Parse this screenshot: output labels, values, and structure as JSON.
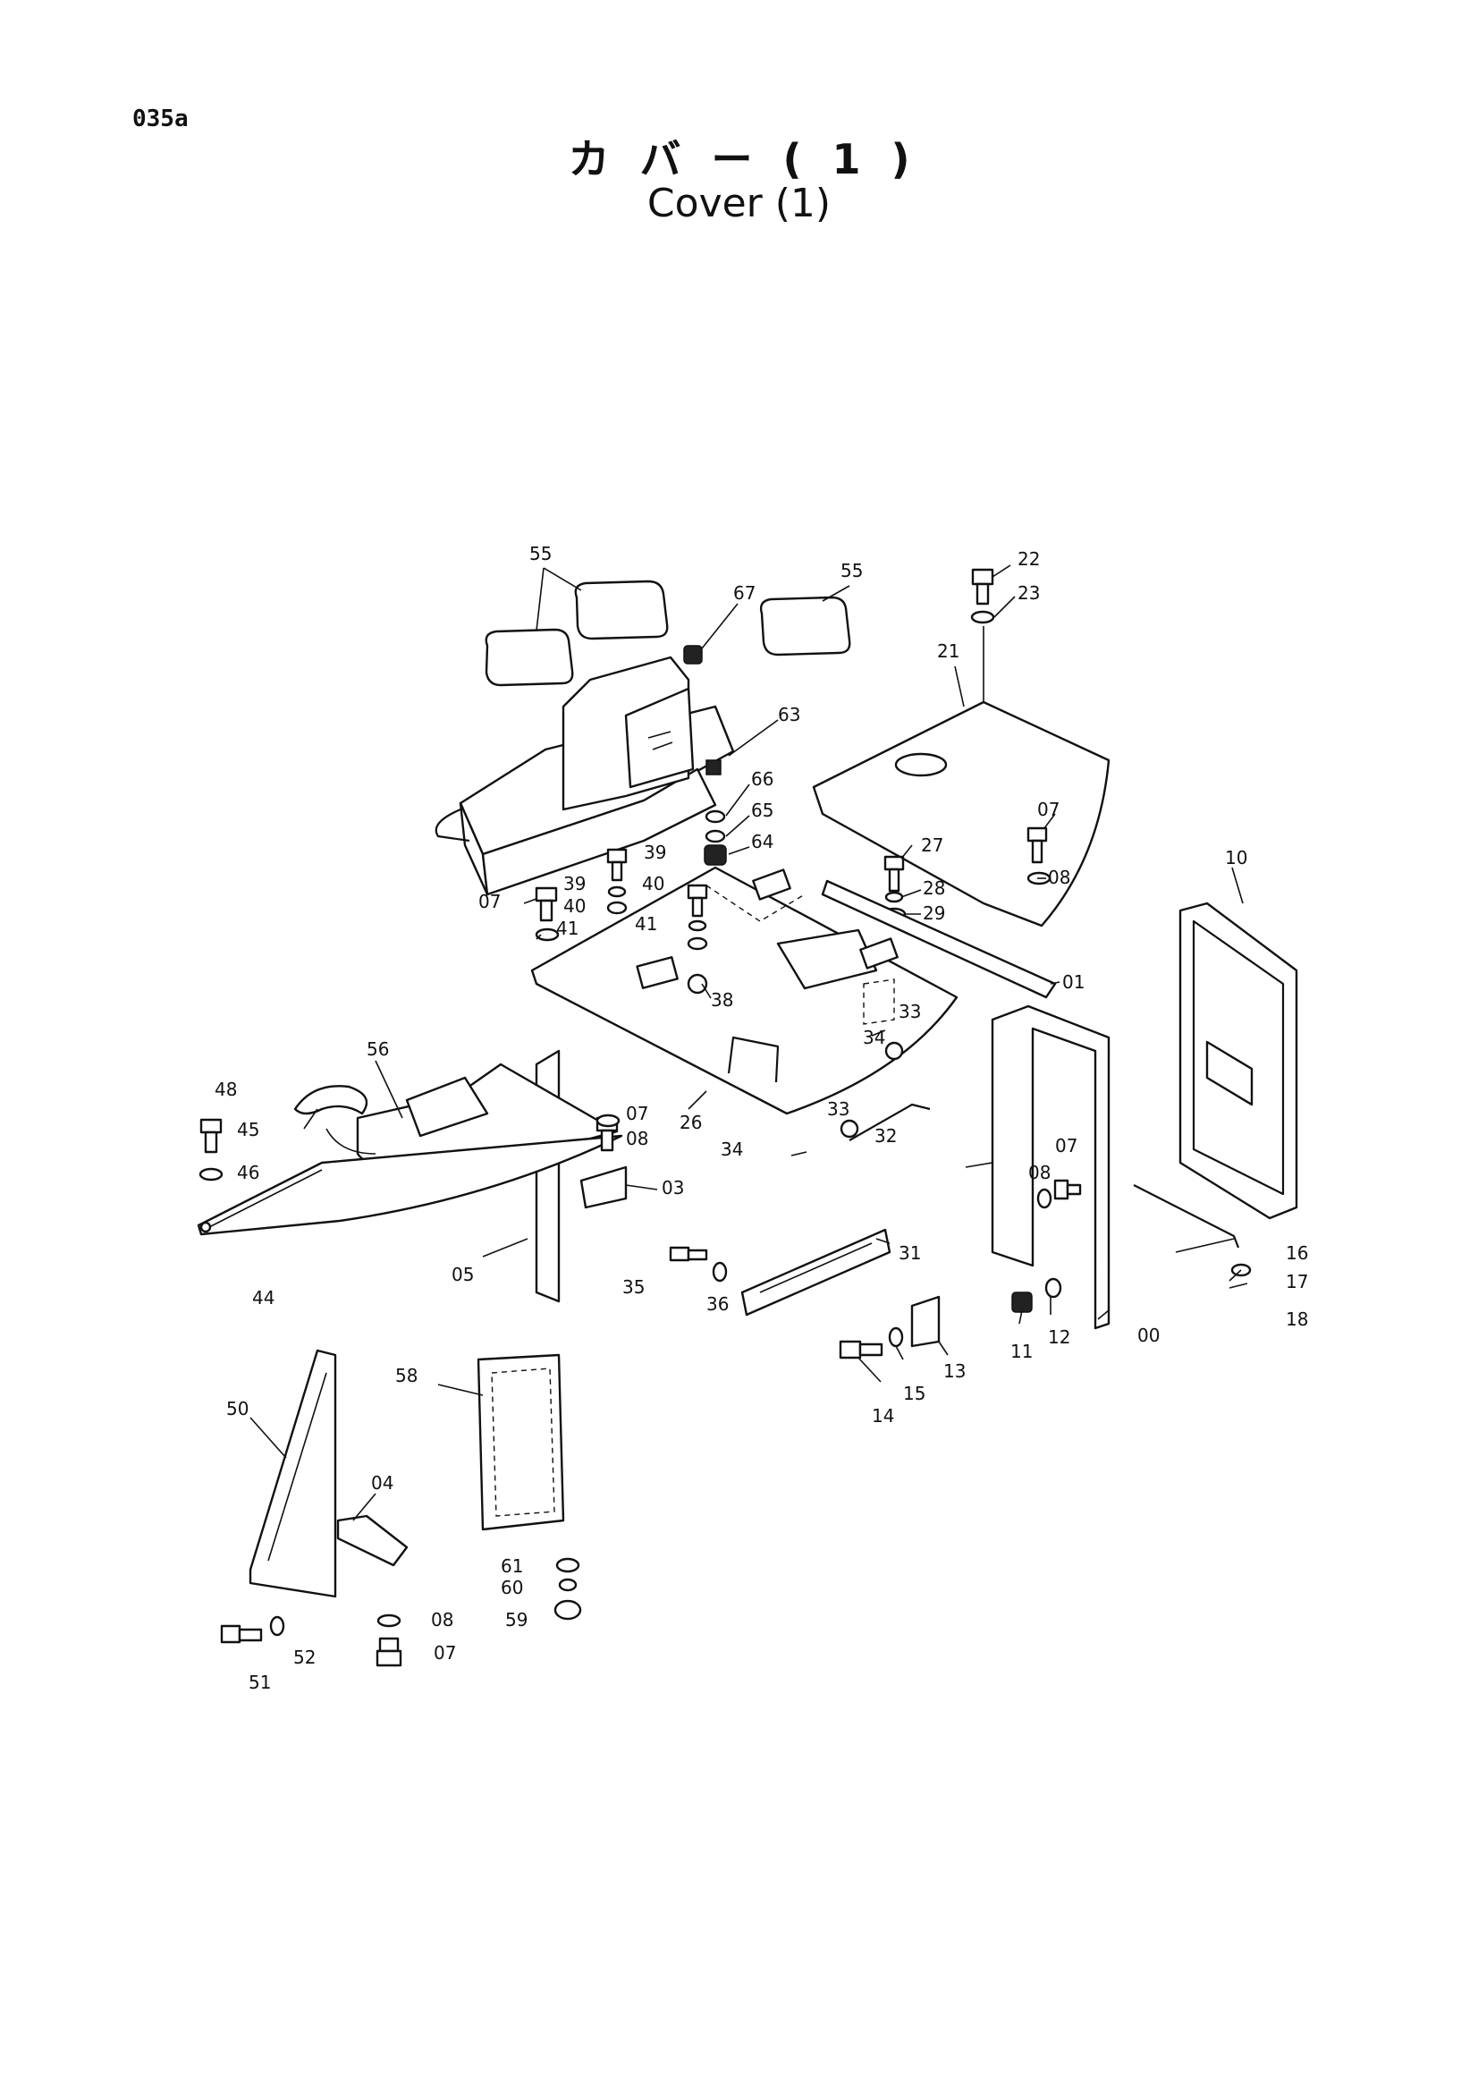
{
  "header": {
    "page_code": "035a",
    "title_ja": "カバー(1)",
    "title_en": "Cover (1)"
  },
  "labels": [
    "55",
    "55",
    "67",
    "22",
    "23",
    "21",
    "63",
    "66",
    "65",
    "64",
    "07",
    "39",
    "40",
    "39",
    "40",
    "41",
    "41",
    "07",
    "08",
    "27",
    "28",
    "29",
    "38",
    "01",
    "10",
    "33",
    "33",
    "34",
    "34",
    "32",
    "48",
    "56",
    "45",
    "46",
    "07",
    "08",
    "03",
    "44",
    "05",
    "26",
    "31",
    "35",
    "36",
    "07",
    "08",
    "16",
    "17",
    "18",
    "12",
    "11",
    "13",
    "15",
    "14",
    "00",
    "50",
    "04",
    "58",
    "61",
    "60",
    "59",
    "08",
    "07",
    "51",
    "52"
  ]
}
